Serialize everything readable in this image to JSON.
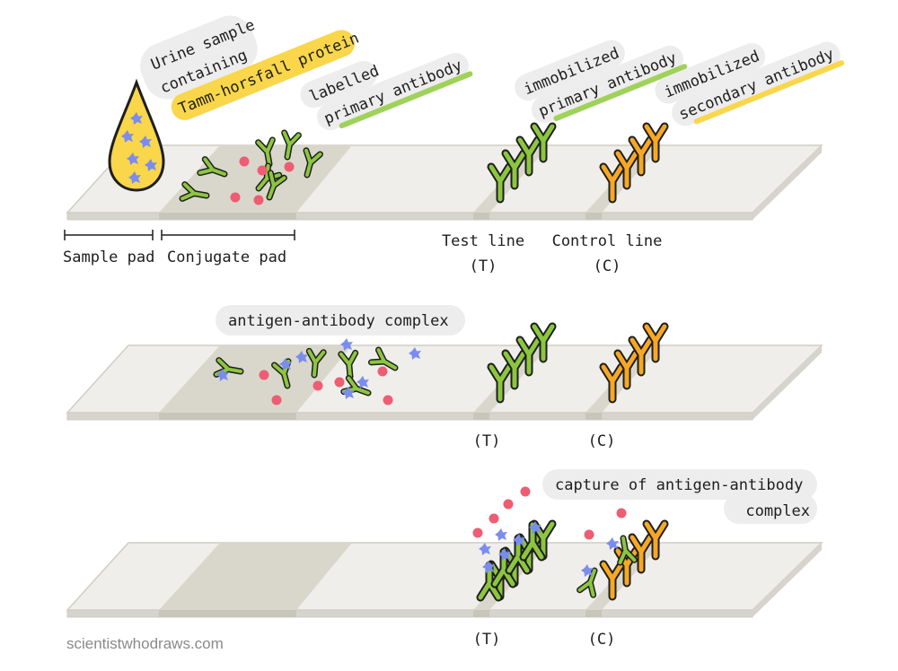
{
  "labels": {
    "urine_line1": "Urine sample",
    "urine_line2": "containing",
    "tamm_horsfall": "Tamm-horsfall protein",
    "labelled": "labelled",
    "primary_antibody": "primary antibody",
    "immob_primary_1": "immobilized",
    "immob_primary_2": "primary antibody",
    "immob_secondary_1": "immobilized",
    "immob_secondary_2": "secondary antibody",
    "sample_pad": "Sample pad",
    "conjugate_pad": "Conjugate pad",
    "test_line_1": "Test line",
    "test_line_2": "(T)",
    "control_line_1": "Control line",
    "control_line_2": "(C)",
    "complex": "antigen-antibody complex",
    "s2_t": "(T)",
    "s2_c": "(C)",
    "capture_1": "capture of antigen-antibody",
    "capture_2": "complex",
    "s3_t": "(T)",
    "s3_c": "(C)",
    "credit": "scientistwhodraws.com"
  },
  "colors": {
    "green_antibody": "#8cc63f",
    "orange_antibody": "#f7a823",
    "antigen_blue": "#7b8cf0",
    "label_red": "#ee5d72",
    "yellow_highlight": "#f9d64a",
    "green_highlight": "#9fd25a",
    "bubble_gray": "#ededed",
    "strip_fill": "#efeeea",
    "pad_fill": "#d9d7cc"
  }
}
